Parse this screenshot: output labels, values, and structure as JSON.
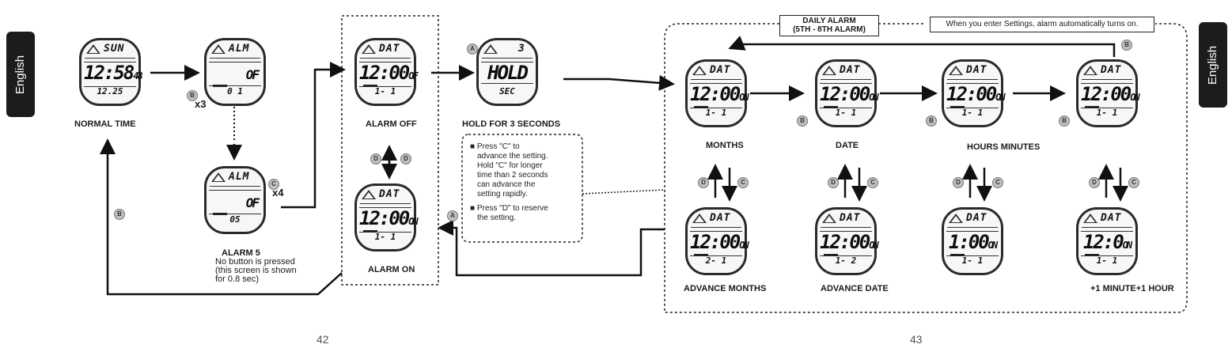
{
  "page": {
    "tab_left": "English",
    "tab_right": "English",
    "page_left": "42",
    "page_right": "43"
  },
  "header": {
    "daily_alarm_line1": "DAILY ALARM",
    "daily_alarm_line2": "(5TH - 8TH ALARM)",
    "settings_note": "When you enter Settings, alarm automatically turns on."
  },
  "watches": {
    "normal_time": {
      "top": "SUN",
      "main": "12:58",
      "sub": "48",
      "bottom": "12.25"
    },
    "alm_top": {
      "top": "ALM",
      "main": "OF",
      "bottom": "0 1"
    },
    "alm5": {
      "top": "ALM",
      "main": "OF",
      "bottom": "05"
    },
    "alarm_off": {
      "top": "DAT",
      "main": "12:00",
      "sub": "OF",
      "bottom": "1- 1"
    },
    "alarm_on": {
      "top": "DAT",
      "main": "12:00",
      "sub": "ON",
      "bottom": "1- 1"
    },
    "hold": {
      "top": "3",
      "main": "HOLD",
      "bottom": "SEC"
    },
    "months": {
      "top": "DAT",
      "main": "12:00",
      "sub": "ON",
      "bottom": "1- 1"
    },
    "date": {
      "top": "DAT",
      "main": "12:00",
      "sub": "ON",
      "bottom": "1- 1"
    },
    "hours_minutes": {
      "top": "DAT",
      "main": "12:00",
      "sub": "ON",
      "bottom": "1- 1"
    },
    "minute_hour": {
      "top": "DAT",
      "main": "12:00",
      "sub": "ON",
      "bottom": "1- 1"
    },
    "adv_months": {
      "top": "DAT",
      "main": "12:00",
      "sub": "ON",
      "bottom": "2- 1"
    },
    "adv_date": {
      "top": "DAT",
      "main": "12:00",
      "sub": "ON",
      "bottom": "1- 2"
    },
    "adv_hm": {
      "top": "DAT",
      "main": "1:00",
      "sub": "ON",
      "bottom": "1- 1"
    },
    "adv_mh": {
      "top": "DAT",
      "main": "12:0",
      "sub": "ON",
      "bottom": "1- 1"
    }
  },
  "labels": {
    "normal_time": "NORMAL TIME",
    "alarm_off": "ALARM OFF",
    "alarm_on": "ALARM ON",
    "hold_for": "HOLD FOR  3 SECONDS",
    "alarm5_title": "ALARM 5",
    "alarm5_note1": "No button is pressed",
    "alarm5_note2": "(this screen is shown",
    "alarm5_note3": "for 0.8 sec)",
    "months": "MONTHS",
    "date": "DATE",
    "hours_minutes": "HOURS MINUTES",
    "advance_months": "ADVANCE MONTHS",
    "advance_date": "ADVANCE DATE",
    "plus_minute_hour": "+1 MINUTE+1 HOUR"
  },
  "notes": {
    "c_1": "■ Press \"C\" to",
    "c_2": "advance the setting.",
    "c_3": "Hold \"C\" for longer",
    "c_4": "time than 2 seconds",
    "c_5": "can advance the",
    "c_6": "setting rapidly.",
    "d_1": "■ Press \"D\" to reserve",
    "d_2": "the setting."
  },
  "buttons": {
    "a": "A",
    "b": "B",
    "c": "C",
    "d": "D"
  },
  "multipliers": {
    "x3": "x3",
    "x4": "x4"
  }
}
